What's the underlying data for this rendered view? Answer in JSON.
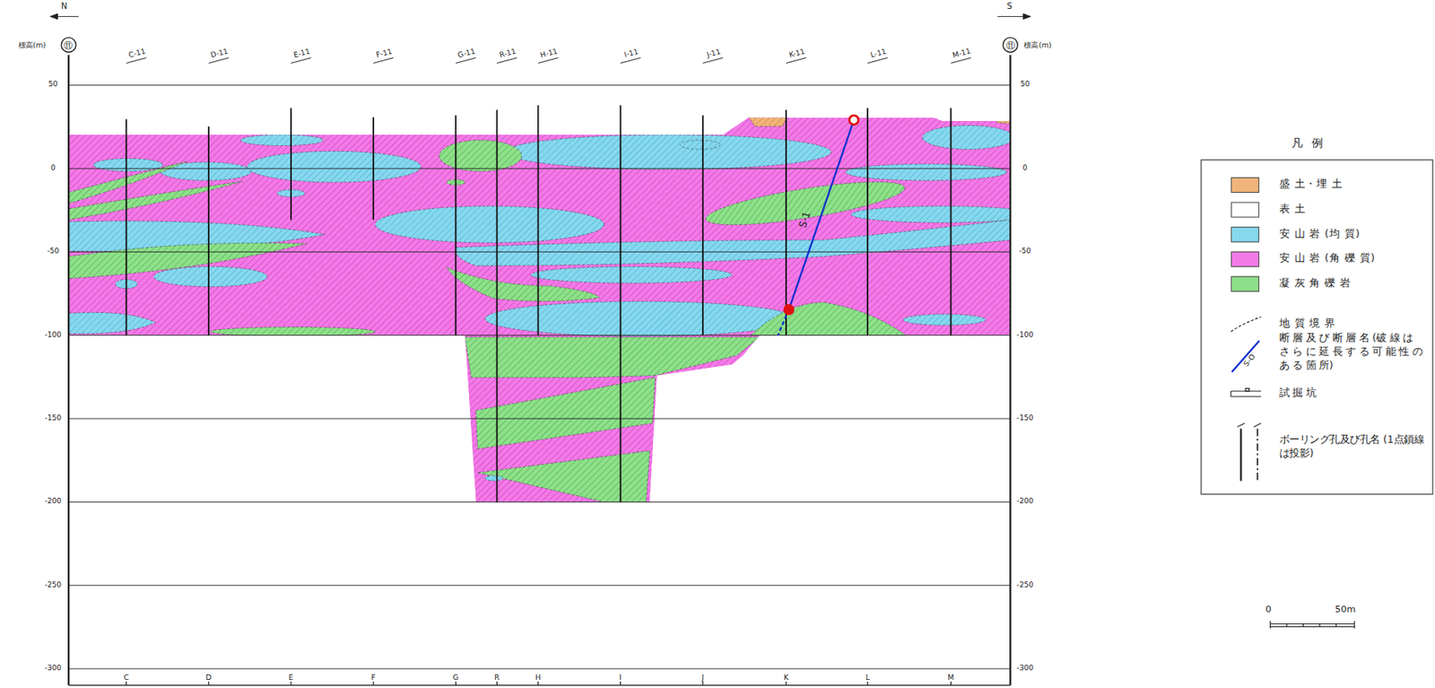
{
  "diagram": {
    "labels": [
      "N",
      "S",
      "⑪",
      "⑪",
      "標高(m)",
      "標高(m)",
      "C-11",
      "D-11",
      "E-11",
      "F-11",
      "G-11",
      "R-11",
      "H-11",
      "I-11",
      "J-11",
      "K-11",
      "L-11",
      "M-11",
      "50",
      "0",
      "-50",
      "-100",
      "-150",
      "-200",
      "-250",
      "-300",
      "50",
      "0",
      "-50",
      "-100",
      "-150",
      "-200",
      "-250",
      "-300",
      "C",
      "D",
      "E",
      "F",
      "G",
      "R",
      "H",
      "I",
      "J",
      "K",
      "L",
      "M",
      "S-1",
      "凡 例",
      "S-O",
      "0",
      "50m"
    ],
    "legend": [
      {
        "text": "盛 土・埋 土",
        "color": "#f0b47a"
      },
      {
        "text": "表 土",
        "color": "#ffffff"
      },
      {
        "text": "安 山 岩 (均 質)",
        "color": "#86d8ee"
      },
      {
        "text": "安 山 岩 (角 礫 質)",
        "color": "#f27ae6"
      },
      {
        "text": "凝 灰 角 礫 岩",
        "color": "#8ee08a"
      },
      {
        "text": "地 質 境 界"
      },
      {
        "text": "断 層 及 び 断 層 名 (破 線 は さ ら に 延 長 す る 可 能 性 の あ る 箇 所)"
      },
      {
        "text": "試 掘 坑"
      },
      {
        "text": "ボーリング孔及び孔名 (1点鎖線は投影)"
      }
    ]
  }
}
